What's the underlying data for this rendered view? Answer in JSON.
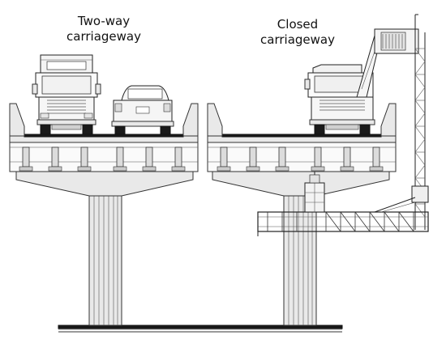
{
  "labels": {
    "left_line1": "Two-way",
    "left_line2": "carriageway",
    "right_line1": "Closed",
    "right_line2": "carriageway"
  }
}
